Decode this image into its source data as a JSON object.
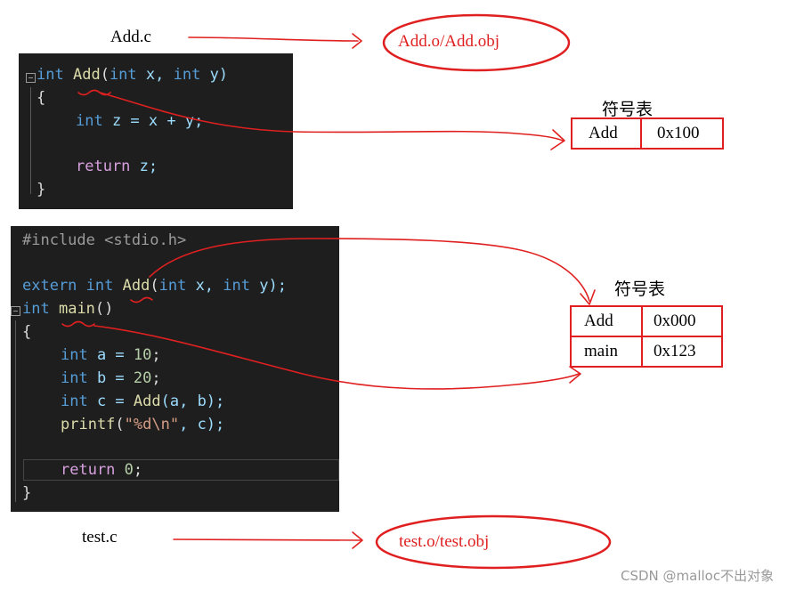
{
  "top": {
    "source_file": "Add.c",
    "object_file": "Add.o/Add.obj",
    "code": {
      "l1_kw1": "int",
      "l1_fn": "Add",
      "l1_p1": "(",
      "l1_kw2": "int",
      "l1_v1": " x, ",
      "l1_kw3": "int",
      "l1_v2": " y)",
      "l2": "{",
      "l3_kw": "int",
      "l3_rest": " z = x + y;",
      "l5_kw": "return",
      "l5_rest": " z;",
      "l6": "}"
    },
    "symbol_table": {
      "title": "符号表",
      "rows": [
        {
          "name": "Add",
          "addr": "0x100"
        }
      ]
    }
  },
  "bottom": {
    "source_file": "test.c",
    "object_file": "test.o/test.obj",
    "code": {
      "l1": "#include <stdio.h>",
      "l3_kw1": "extern",
      "l3_kw2": "int",
      "l3_fn": "Add",
      "l3_p": "(",
      "l3_kw3": "int",
      "l3_v1": " x, ",
      "l3_kw4": "int",
      "l3_v2": " y);",
      "l4_kw": "int",
      "l4_fn": "main",
      "l4_p": "()",
      "l5": "{",
      "l6_kw": "int",
      "l6_v": " a = ",
      "l6_n": "10",
      "l6_e": ";",
      "l7_kw": "int",
      "l7_v": " b = ",
      "l7_n": "20",
      "l7_e": ";",
      "l8_kw": "int",
      "l8_v": " c = ",
      "l8_fn": "Add",
      "l8_e": "(a, b);",
      "l9_fn": "printf",
      "l9_p": "(",
      "l9_s": "\"%d\\n\"",
      "l9_e": ", c);",
      "l11_kw": "return",
      "l11_sp": " ",
      "l11_n": "0",
      "l11_e": ";",
      "l12": "}"
    },
    "symbol_table": {
      "title": "符号表",
      "rows": [
        {
          "name": "Add",
          "addr": "0x000"
        },
        {
          "name": "main",
          "addr": "0x123"
        }
      ]
    }
  },
  "watermark": "CSDN @malloc不出对象",
  "colors": {
    "annotation": "#e02020",
    "editor_bg": "#1e1e1e"
  }
}
